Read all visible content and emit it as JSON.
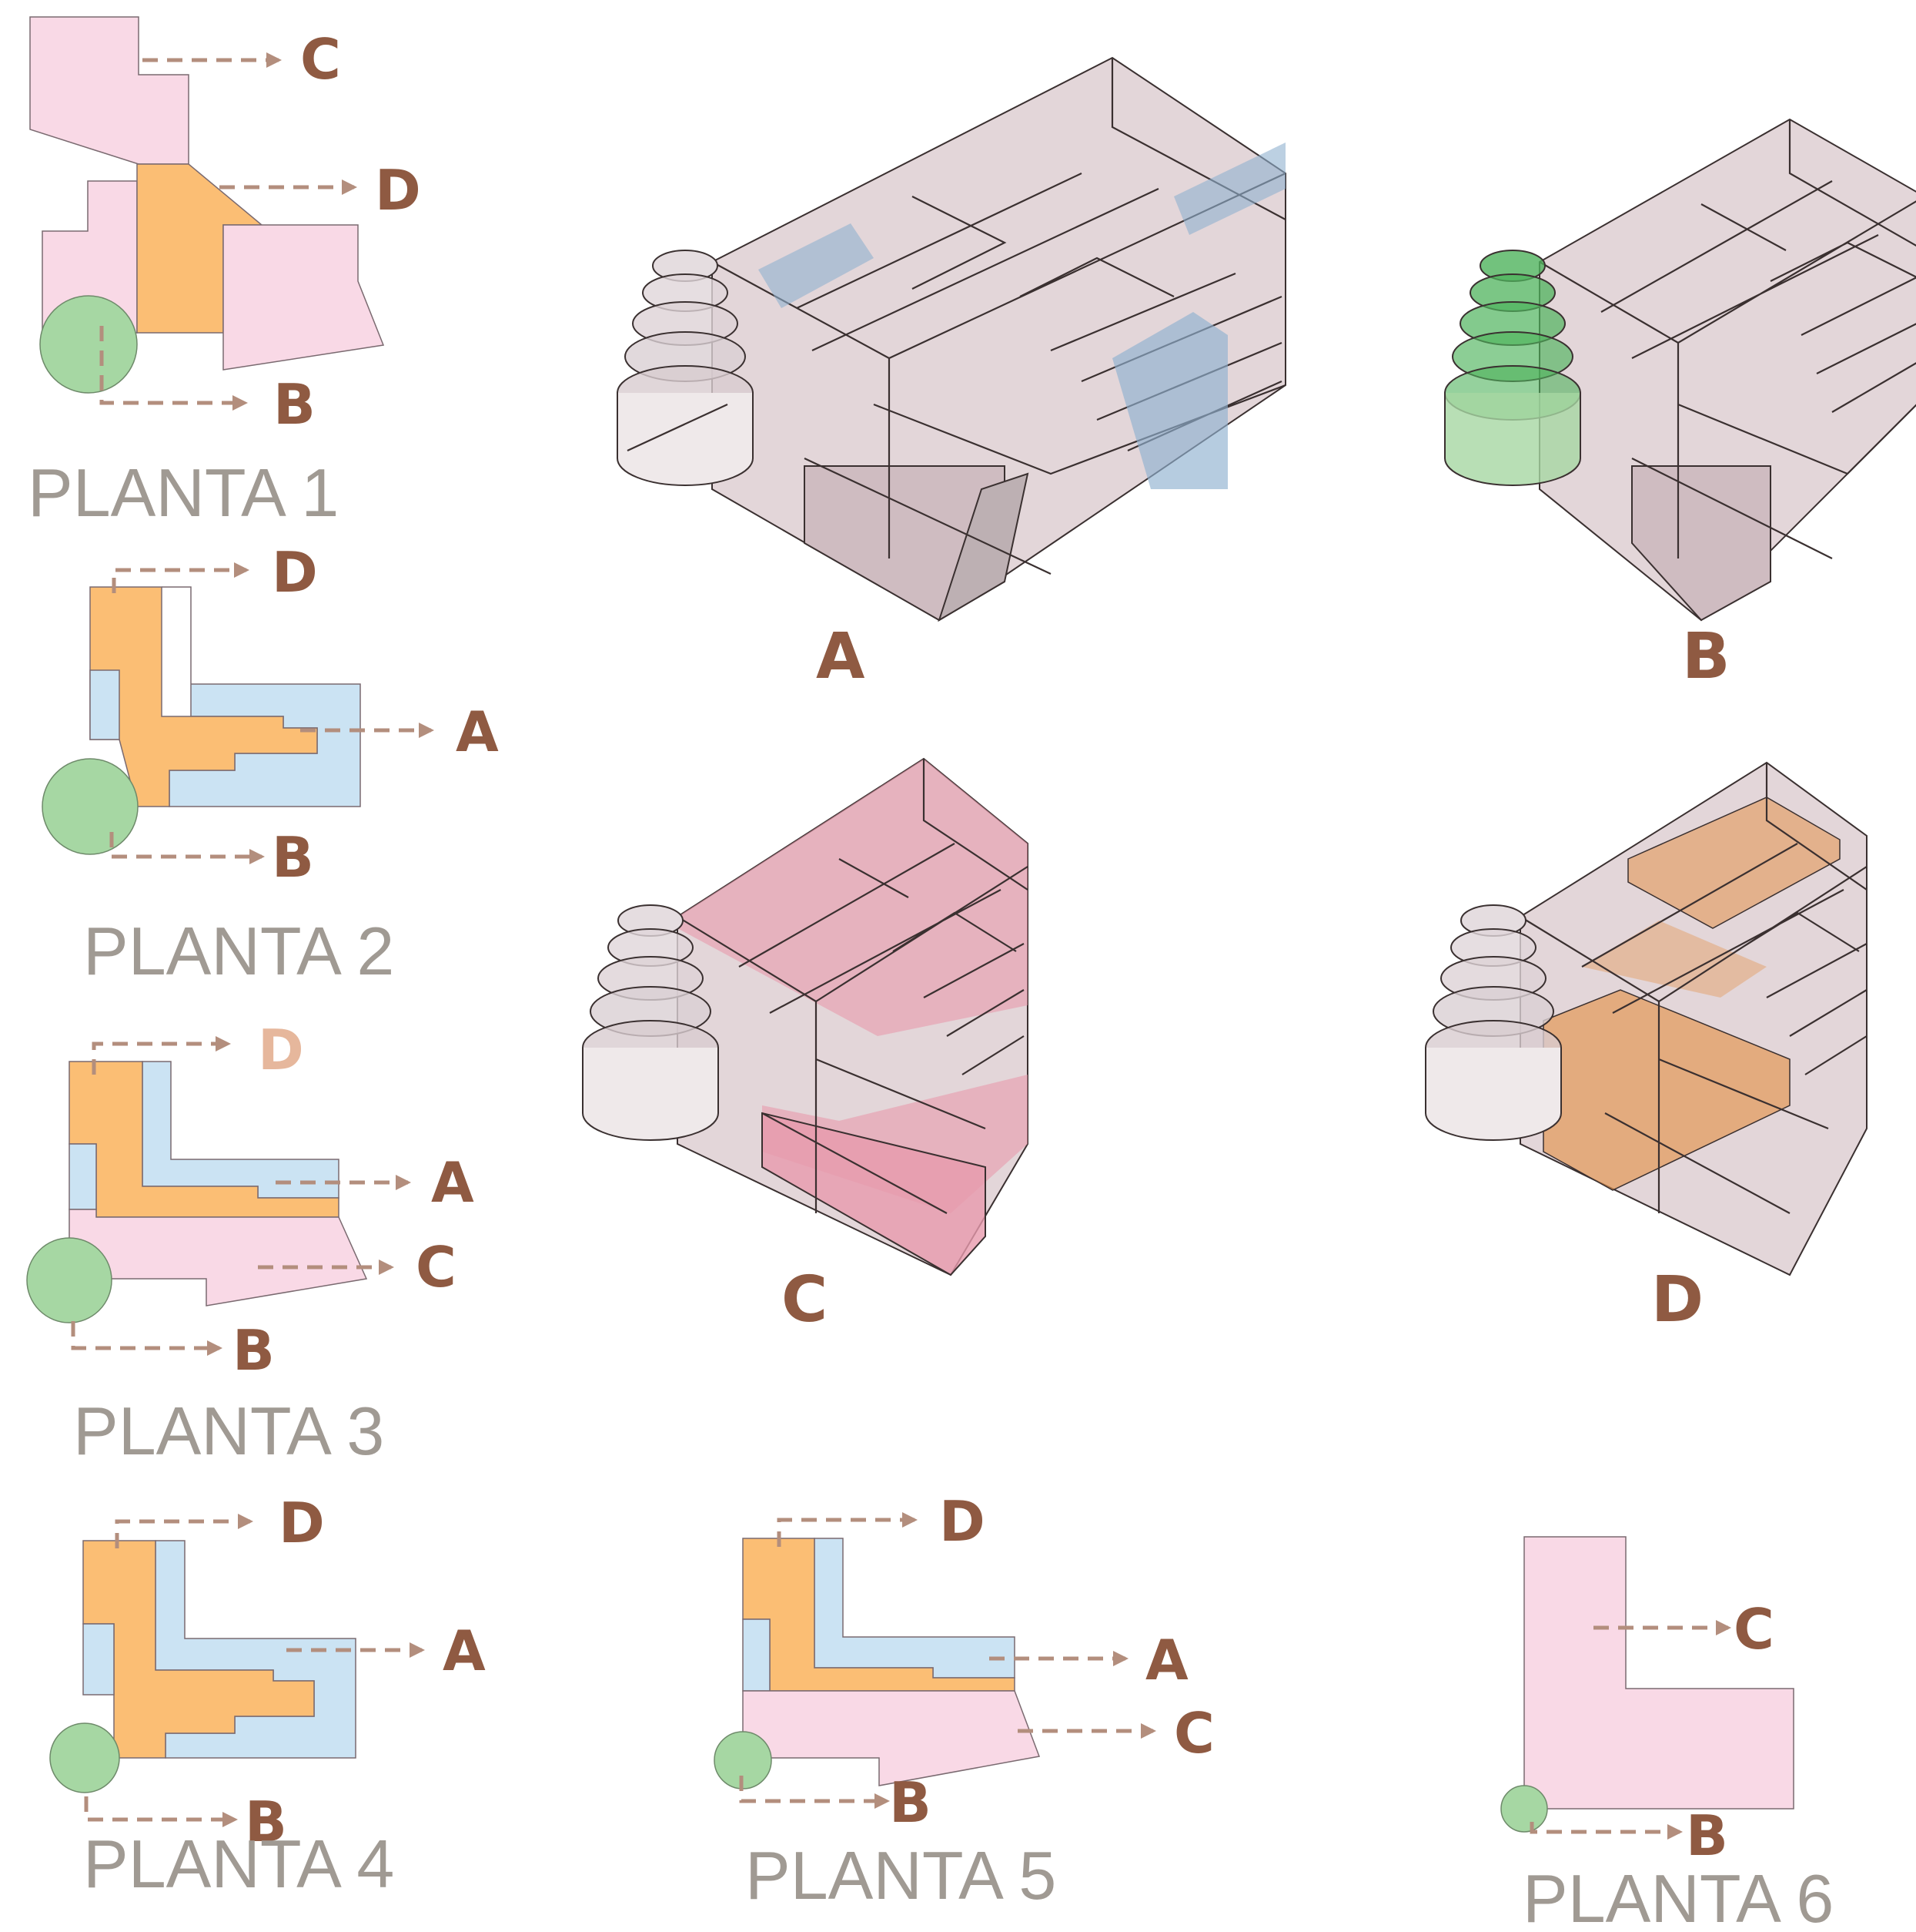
{
  "colors": {
    "pink": "#f9d9e6",
    "orange": "#fbbe74",
    "blue": "#cbe3f3",
    "green": "#a6d7a3",
    "arrow": "#b38e7d",
    "arrow_faded": "#e2b6a1",
    "letter": "#8f5a42",
    "letter_faded": "#e6b79c",
    "label": "#a09a93",
    "massing": "#d9c8cc",
    "hl_blue": "#8fb1cf",
    "hl_green": "#4fb35c",
    "hl_pink": "#e79aac",
    "hl_orange": "#e3944d"
  },
  "plans": [
    {
      "label": "PLANTA 1",
      "arrows": [
        "C",
        "D",
        "B"
      ]
    },
    {
      "label": "PLANTA 2",
      "arrows": [
        "D",
        "A",
        "B"
      ]
    },
    {
      "label": "PLANTA 3",
      "arrows": [
        "D",
        "A",
        "C",
        "B"
      ]
    },
    {
      "label": "PLANTA 4",
      "arrows": [
        "D",
        "A",
        "B"
      ]
    },
    {
      "label": "PLANTA 5",
      "arrows": [
        "D",
        "A",
        "C",
        "B"
      ]
    },
    {
      "label": "PLANTA 6",
      "arrows": [
        "C",
        "B"
      ]
    }
  ],
  "axonometrics": [
    {
      "letter": "A",
      "highlight": "blue"
    },
    {
      "letter": "B",
      "highlight": "green"
    },
    {
      "letter": "C",
      "highlight": "pink"
    },
    {
      "letter": "D",
      "highlight": "orange"
    }
  ]
}
